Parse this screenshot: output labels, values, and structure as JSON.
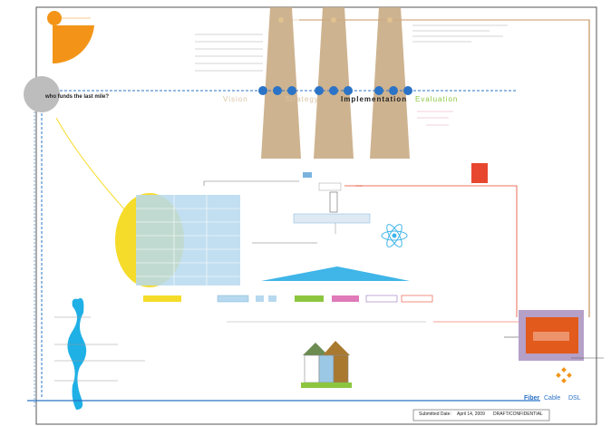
{
  "question": "who funds the last mile?",
  "phases": {
    "vision": "Vision",
    "strategy": "Strategy",
    "implementation": "Implementation",
    "evaluation": "Evaluation"
  },
  "network": {
    "fiber": "Fiber",
    "cable": "Cable",
    "dsl": "DSL"
  },
  "footer": {
    "submitted_label": "Submitted Date:",
    "date": "April 14, 2009",
    "status": "DRAFT/CONFIDENTIAL"
  },
  "colors": {
    "orange": "#f39418",
    "blue": "#2b73c6",
    "tan": "#c9ab84",
    "cyan_blob": "#1fb0e6",
    "yellow": "#f6dc2a",
    "light_blue": "#b7d9ef",
    "pyramid": "#3fb5e8",
    "red_line": "#e8472f",
    "brown_line": "#b77b3a",
    "center_box": "#e25a1c",
    "center_frame": "#b5a0c8"
  }
}
